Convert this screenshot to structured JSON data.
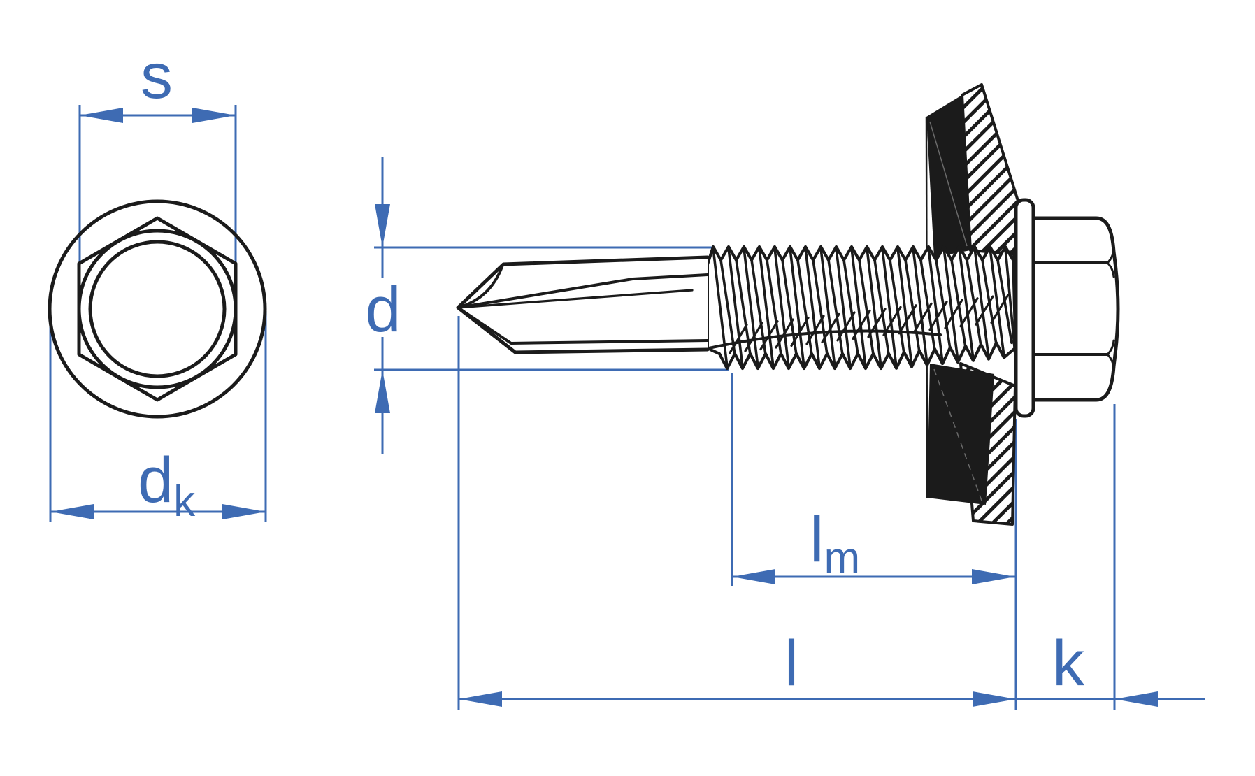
{
  "diagram": {
    "subject": "self-drilling-hex-washer-screw-technical-drawing",
    "dimensions": {
      "s": {
        "label": "s"
      },
      "dk": {
        "base": "d",
        "sub": "k"
      },
      "d": {
        "label": "d"
      },
      "lm": {
        "base": "l",
        "sub": "m"
      },
      "l": {
        "label": "l"
      },
      "k": {
        "label": "k"
      }
    },
    "colors": {
      "dimension": "#3E6BB3",
      "outline": "#1b1b1b",
      "seal_washer": "#1b1b1b",
      "background": "#ffffff"
    }
  }
}
